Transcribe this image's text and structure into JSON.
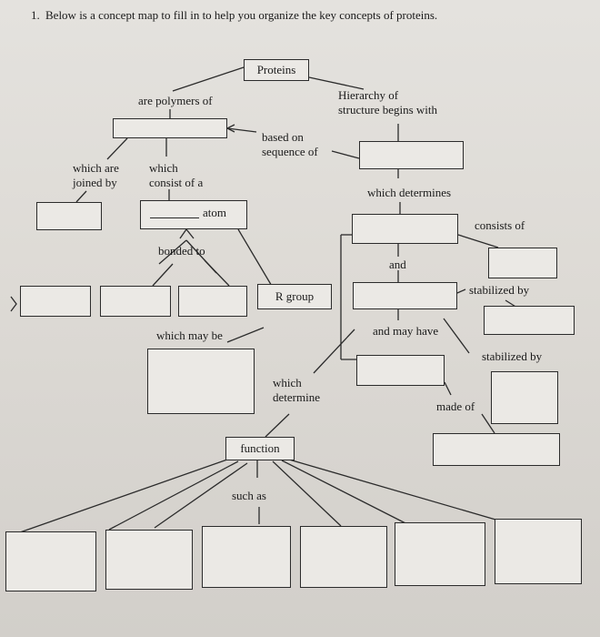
{
  "question": {
    "number": "1.",
    "text": "Below is a concept map to fill in to help you organize the key concepts of proteins."
  },
  "nodes": {
    "proteins": "Proteins",
    "atom": "atom",
    "r_group": "R group",
    "function": "function"
  },
  "labels": {
    "are_polymers_of": "are polymers of",
    "hierarchy_1": "Hierarchy of",
    "hierarchy_2": "structure begins with",
    "based_on_1": "based on",
    "based_on_2": "sequence of",
    "which_are_1": "which are",
    "which_are_2": "joined by",
    "which_consist_1": "which",
    "which_consist_2": "consist of a",
    "which_determines": "which determines",
    "consists_of": "consists of",
    "bonded_to": "bonded to",
    "and": "and",
    "stabilized_by_1": "stabilized by",
    "which_may_be": "which may be",
    "and_may_have": "and may have",
    "stabilized_by_2": "stabilized by",
    "which_determine_1": "which",
    "which_determine_2": "determine",
    "made_of": "made of",
    "such_as": "such as"
  }
}
